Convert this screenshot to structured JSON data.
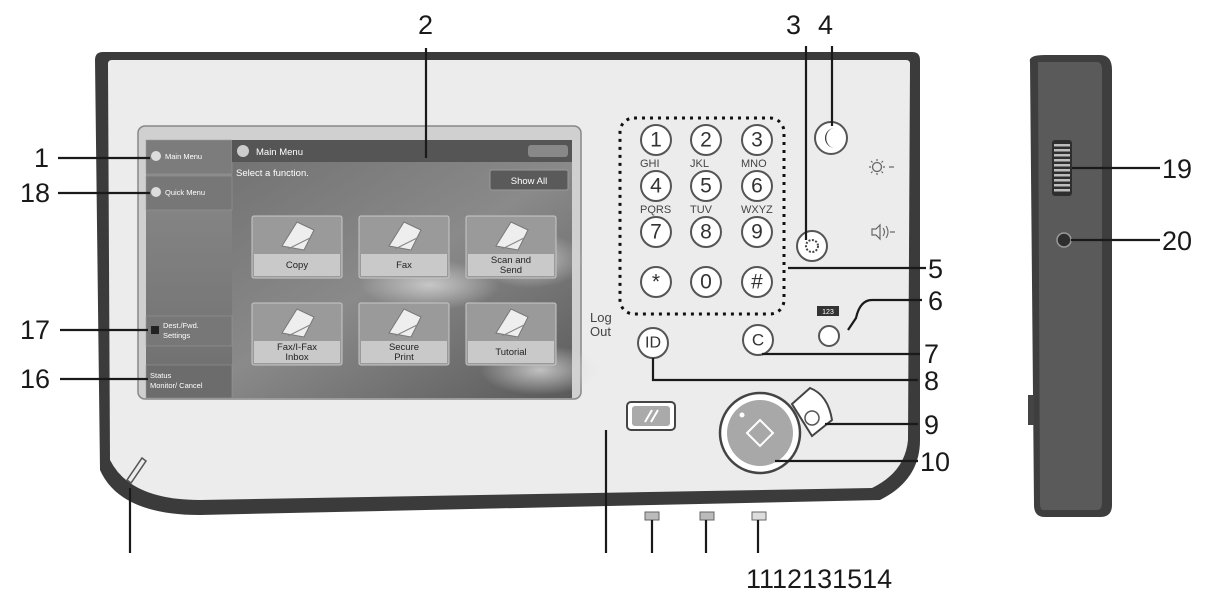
{
  "screen": {
    "sidebar": {
      "items": [
        {
          "label": "Main Menu"
        },
        {
          "label": "Quick Menu"
        },
        {
          "label": "Dest./Fwd. Settings"
        },
        {
          "label": "Status Monitor/ Cancel"
        }
      ]
    },
    "header_title": "Main Menu",
    "prompt": "Select a function.",
    "show_all_label": "Show All",
    "tiles": [
      {
        "label": "Copy",
        "icon": "copy-icon"
      },
      {
        "label": "Fax",
        "icon": "fax-icon"
      },
      {
        "label": "Scan and Send",
        "icon": "scan-send-icon"
      },
      {
        "label": "Fax/I-Fax Inbox",
        "icon": "inbox-icon"
      },
      {
        "label": "Secure Print",
        "icon": "secure-print-icon"
      },
      {
        "label": "Tutorial",
        "icon": "tutorial-icon"
      }
    ]
  },
  "keypad": {
    "keys": [
      {
        "num": "1",
        "letters": ""
      },
      {
        "num": "2",
        "letters": ""
      },
      {
        "num": "3",
        "letters": ""
      },
      {
        "num": "4",
        "letters": "GHI"
      },
      {
        "num": "5",
        "letters": "JKL"
      },
      {
        "num": "6",
        "letters": "MNO"
      },
      {
        "num": "7",
        "letters": "PQRS"
      },
      {
        "num": "8",
        "letters": "TUV"
      },
      {
        "num": "9",
        "letters": "WXYZ"
      },
      {
        "num": "*",
        "letters": ""
      },
      {
        "num": "0",
        "letters": ""
      },
      {
        "num": "#",
        "letters": ""
      }
    ]
  },
  "buttons": {
    "log_out_label": "Log Out",
    "id_label": "ID",
    "clear_label": "C",
    "counter_label": "123"
  },
  "callouts": [
    "1",
    "2",
    "3",
    "4",
    "5",
    "6",
    "7",
    "8",
    "9",
    "10",
    "16",
    "17",
    "18",
    "19",
    "20"
  ],
  "bottom_callouts": "1112131514",
  "icons": {
    "energy_saver": "moon-icon",
    "settings_registration": "gear-icon",
    "reset": "reset-icon",
    "start": "start-icon",
    "stop": "stop-icon",
    "pen": "pen-icon",
    "brightness": "brightness-icon",
    "volume": "volume-icon"
  }
}
